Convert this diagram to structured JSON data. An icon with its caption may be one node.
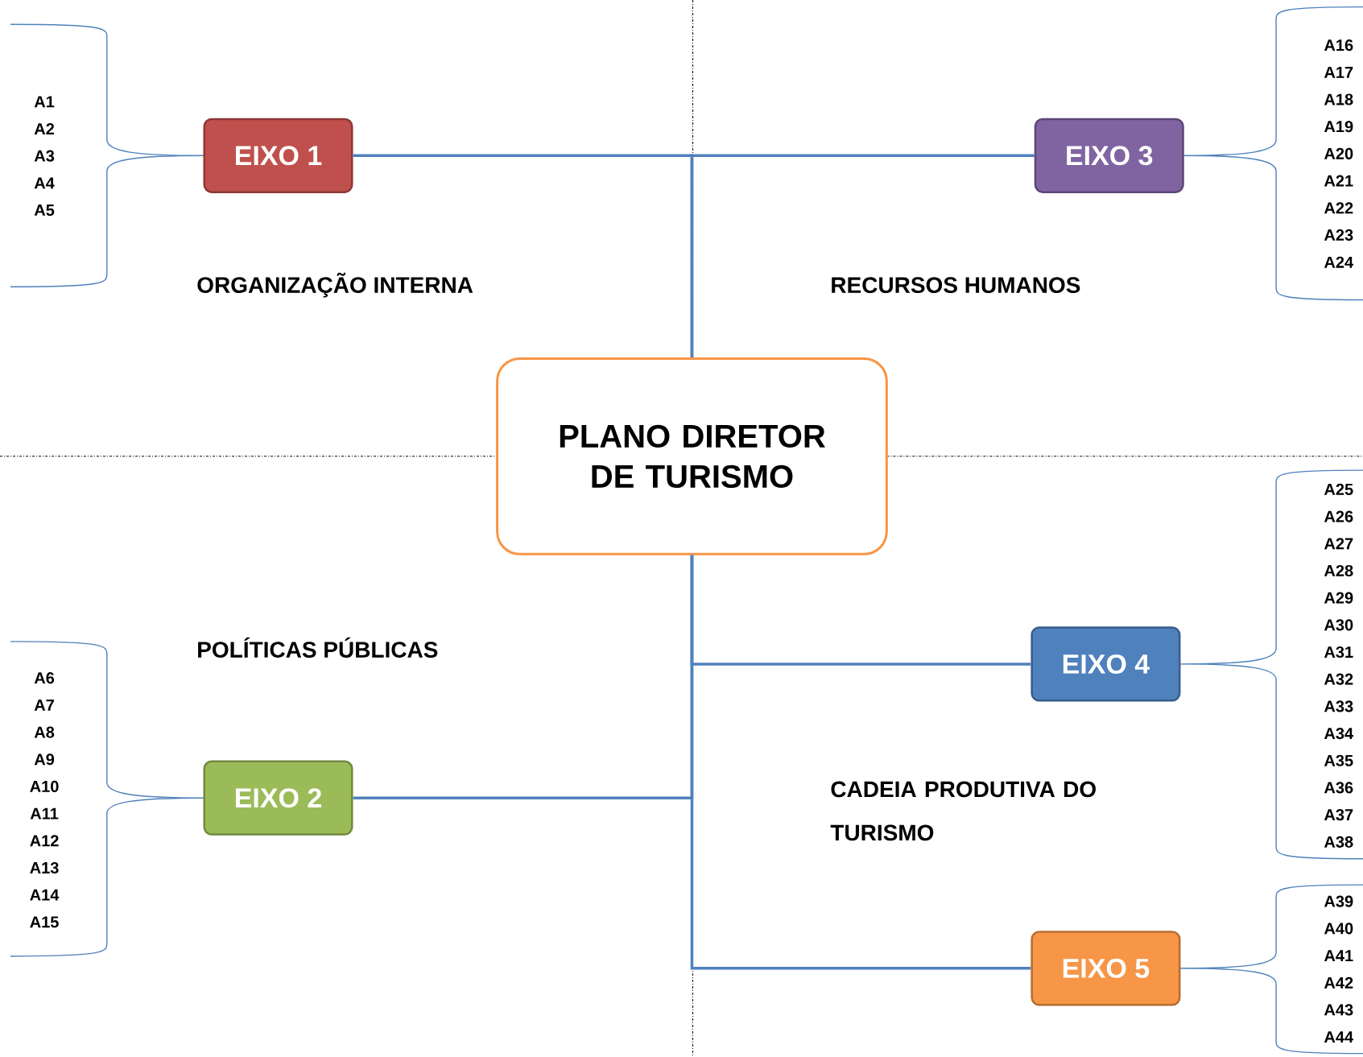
{
  "diagram": {
    "nodes": [
      {
        "text": [
          "EIXO 1"
        ],
        "beside": [
          "A1",
          "A2",
          "A3",
          "A4",
          "A5"
        ]
      },
      {
        "text": [
          "EIXO 3"
        ],
        "beside": [
          "A16",
          "A17",
          "A18",
          "A19",
          "A20",
          "A21",
          "A22",
          "A23",
          "A24"
        ]
      },
      {
        "text": [
          "PLANO DIRETOR DE TURISMO"
        ]
      },
      {
        "text": [
          "EIXO 4"
        ],
        "beside": [
          "A25",
          "A26",
          "A27",
          "A28",
          "A29",
          "A30",
          "A31",
          "A32",
          "A33",
          "A34",
          "A35",
          "A36",
          "A37",
          "A38"
        ]
      },
      {
        "text": [
          "EIXO 2"
        ],
        "beside": [
          "A6",
          "A7",
          "A8",
          "A9",
          "A10",
          "A11",
          "A12",
          "A13",
          "A14",
          "A15"
        ]
      },
      {
        "text": [
          "EIXO 5"
        ],
        "beside": [
          "A39",
          "A40",
          "A41",
          "A42",
          "A43",
          "A44"
        ]
      }
    ],
    "edges": [
      {
        "from": 2,
        "to": 0,
        "arrow": "none"
      },
      {
        "from": 2,
        "to": 1,
        "arrow": "none"
      },
      {
        "from": 2,
        "to": 3,
        "arrow": "none"
      },
      {
        "from": 2,
        "to": 4,
        "arrow": "none"
      },
      {
        "from": 2,
        "to": 5,
        "arrow": "none"
      }
    ],
    "labels": [
      "ORGANIZAÇÃO INTERNA",
      "RECURSOS HUMANOS",
      "POLÍTICAS PÚBLICAS",
      "CADEIA PRODUTIVA DO TURISMO"
    ]
  }
}
